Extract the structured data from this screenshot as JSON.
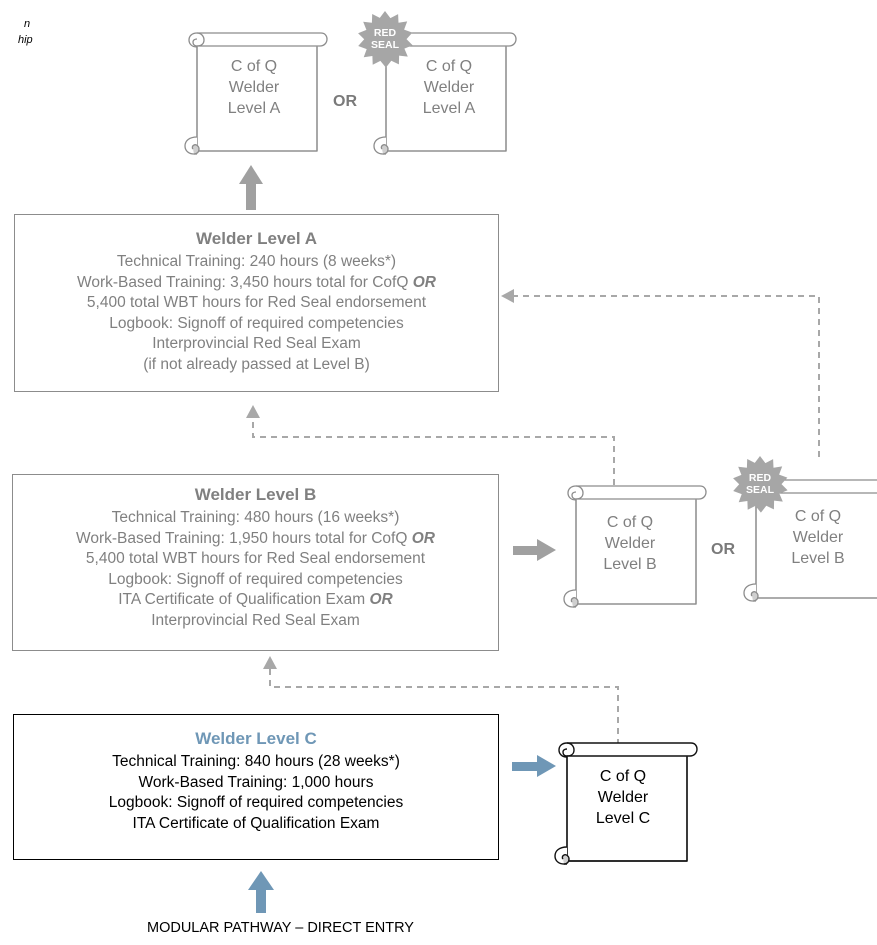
{
  "corner_text": {
    "line1": "n",
    "line2": "hip"
  },
  "level_a": {
    "title": "Welder Level A",
    "lines": [
      "Technical Training: 240 hours (8 weeks*)",
      "Work-Based Training: 3,450 hours total for CofQ",
      "5,400 total WBT hours for Red Seal endorsement",
      "Logbook: Signoff of required competencies",
      "Interprovincial Red Seal Exam",
      "(if not already passed at Level B)"
    ],
    "or_mark": "OR"
  },
  "level_b": {
    "title": "Welder Level B",
    "lines": [
      "Technical Training: 480 hours (16 weeks*)",
      "Work-Based Training: 1,950 hours total for CofQ",
      "5,400 total WBT hours for Red Seal endorsement",
      "Logbook: Signoff of required competencies",
      "ITA Certificate of Qualification Exam",
      "Interprovincial Red Seal Exam"
    ],
    "or_mark_1": "OR",
    "or_mark_4": "OR"
  },
  "level_c": {
    "title": "Welder Level C",
    "lines": [
      "Technical Training: 840 hours (28 weeks*)",
      "Work-Based Training: 1,000 hours",
      "Logbook: Signoff of required competencies",
      "ITA Certificate of Qualification Exam"
    ]
  },
  "certificates": {
    "a": {
      "l1": "C of Q",
      "l2": "Welder",
      "l3": "Level A"
    },
    "a_red": {
      "l1": "C of Q",
      "l2": "Welder",
      "l3": "Level A"
    },
    "b": {
      "l1": "C of Q",
      "l2": "Welder",
      "l3": "Level B"
    },
    "b_red": {
      "l1": "C of Q",
      "l2": "Welder",
      "l3": "Level B"
    },
    "c": {
      "l1": "C of Q",
      "l2": "Welder",
      "l3": "Level C"
    }
  },
  "or_labels": {
    "top": "OR",
    "middle": "OR"
  },
  "red_seal": {
    "l1": "RED",
    "l2": "SEAL"
  },
  "footer_label": "MODULAR PATHWAY – DIRECT ENTRY",
  "colors": {
    "grey": "#8c8c8c",
    "text_grey": "#808080",
    "blue": "#6f97b6",
    "arrow_grey": "#a0a0a0",
    "seal": "#a6a6a6"
  }
}
